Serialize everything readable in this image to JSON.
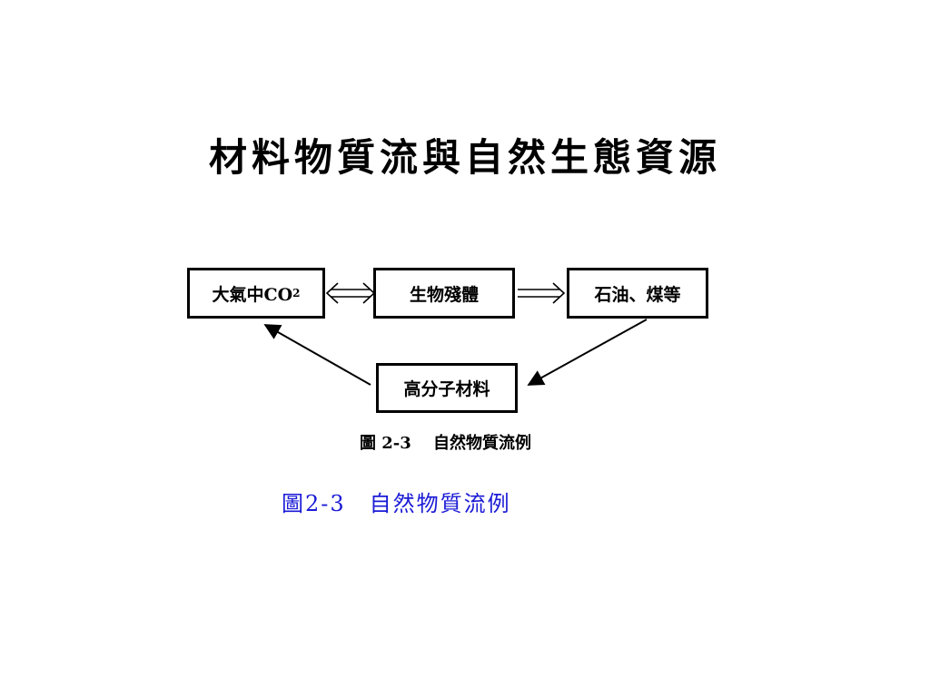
{
  "slide": {
    "title": "材料物質流與自然生態資源",
    "caption": "圖2-3　自然物質流例"
  },
  "diagram": {
    "nodes": {
      "co2": {
        "label": "大氣中CO",
        "subscript": "2"
      },
      "residue": {
        "label": "生物殘體"
      },
      "fossil": {
        "label": "石油、煤等"
      },
      "polymer": {
        "label": "高分子材料"
      }
    },
    "figure_caption": "圖 2-3　 自然物質流例"
  }
}
